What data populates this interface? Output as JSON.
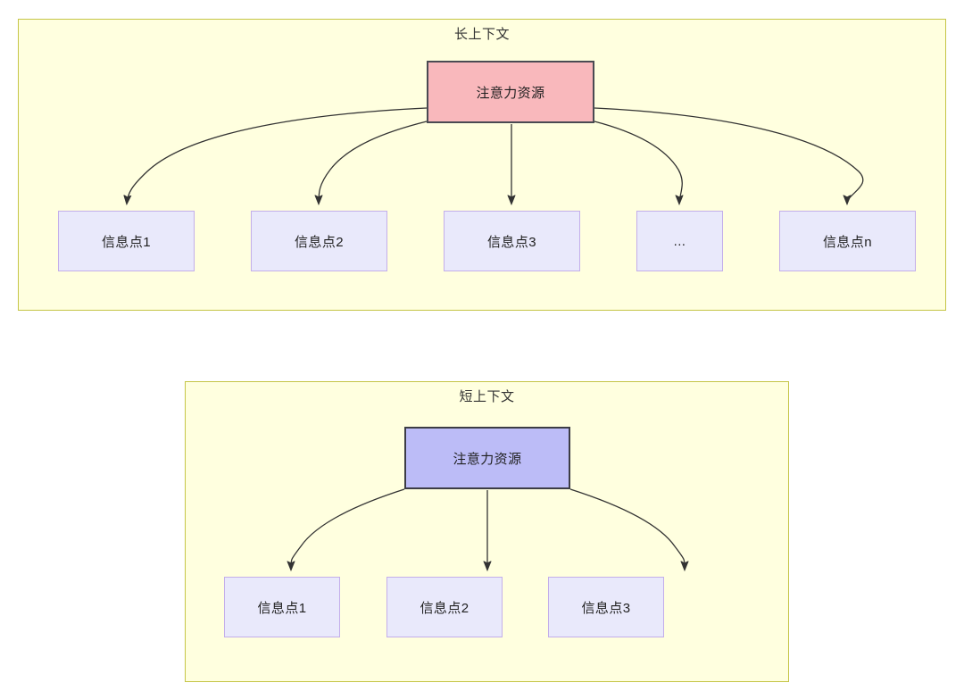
{
  "diagram": {
    "type": "flowchart",
    "panels": [
      {
        "id": "long-context",
        "title": "长上下文",
        "root": {
          "label": "注意力资源",
          "fill": "#f9b8bc",
          "stroke": "#4a4a52"
        },
        "children": [
          {
            "label": "信息点1"
          },
          {
            "label": "信息点2"
          },
          {
            "label": "信息点3"
          },
          {
            "label": "..."
          },
          {
            "label": "信息点n"
          }
        ]
      },
      {
        "id": "short-context",
        "title": "短上下文",
        "root": {
          "label": "注意力资源",
          "fill": "#bcbcf7",
          "stroke": "#3c3c45"
        },
        "children": [
          {
            "label": "信息点1"
          },
          {
            "label": "信息点2"
          },
          {
            "label": "信息点3"
          }
        ]
      }
    ],
    "colors": {
      "panel_fill": "#ffffdf",
      "panel_border": "#c5c547",
      "info_fill": "#e9e9fb",
      "info_border": "#c3aeea",
      "edge": "#333333",
      "text": "#1f1f1f"
    }
  }
}
